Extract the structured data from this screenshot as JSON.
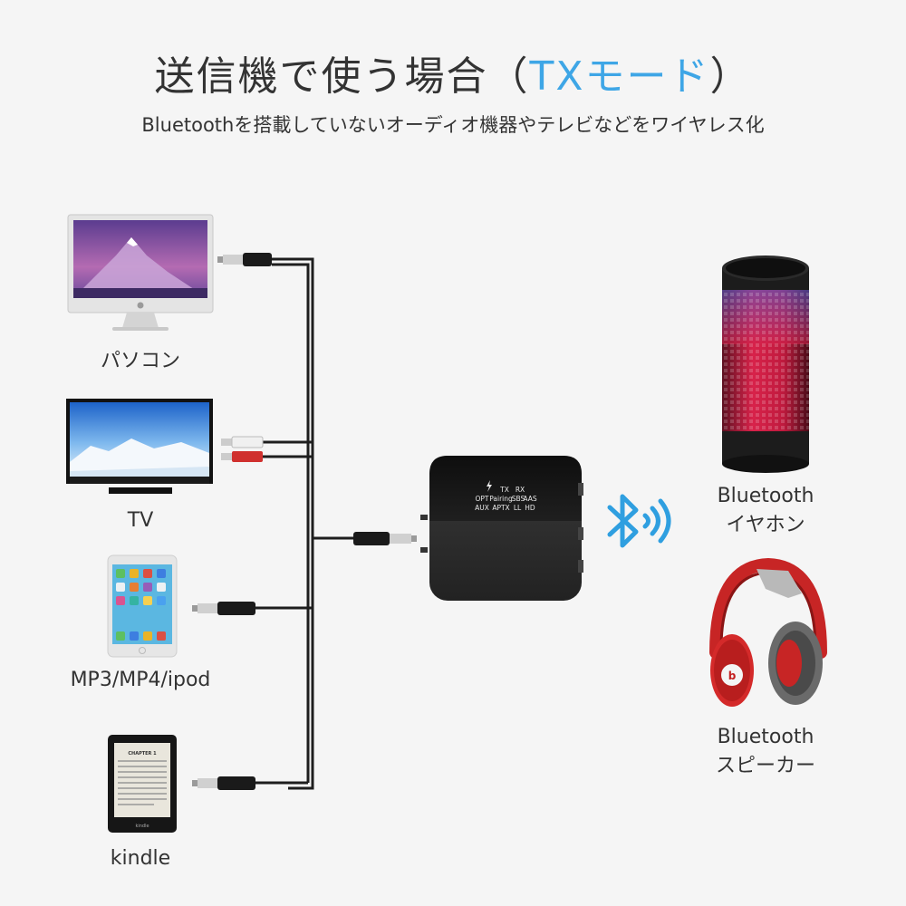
{
  "heading": {
    "title_prefix": "送信機で使う場合（",
    "title_accent": "TXモード",
    "title_suffix": "）",
    "subtitle": "Bluetoothを搭載していないオーディオ機器やテレビなどをワイヤレス化"
  },
  "sources": {
    "pc_label": "パソコン",
    "tv_label": "TV",
    "mp3_label": "MP3/MP4/ipod",
    "kindle_label": "kindle"
  },
  "device": {
    "row1": [
      "TX",
      "RX"
    ],
    "row2": [
      "OPT",
      "Pairing",
      "SBS",
      "AAS"
    ],
    "row3": [
      "AUX",
      "APTX",
      "LL",
      "HD"
    ]
  },
  "kindle_screen": {
    "chapter": "CHAPTER 1"
  },
  "outputs": {
    "speaker_line1": "Bluetooth",
    "speaker_line2": "イヤホン",
    "headphone_line1": "Bluetooth",
    "headphone_line2": "スピーカー"
  },
  "colors": {
    "accent": "#3ea6e6",
    "bluetooth": "#2f9fe0",
    "cable": "#1e1e1e",
    "device_body": "#1c1c1c",
    "speaker_light": "#d8224a",
    "headphone_red": "#d42a2a"
  },
  "icons": {
    "bluetooth": "bluetooth-icon",
    "apple": "apple-logo-icon",
    "bolt": "bolt-icon"
  }
}
